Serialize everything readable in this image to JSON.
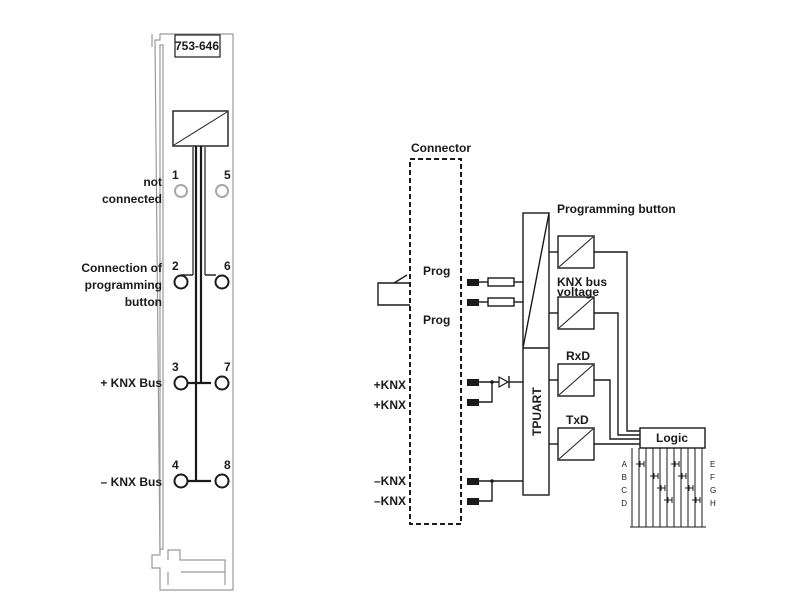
{
  "module": {
    "id": "753-646",
    "terminals": [
      {
        "num": "1",
        "group": "not connected",
        "connected": false
      },
      {
        "num": "5",
        "group": "not connected",
        "connected": false
      },
      {
        "num": "2",
        "group": "programming",
        "connected": true
      },
      {
        "num": "6",
        "group": "programming",
        "connected": true
      },
      {
        "num": "3",
        "group": "+KNX",
        "connected": true
      },
      {
        "num": "7",
        "group": "+KNX",
        "connected": true
      },
      {
        "num": "4",
        "group": "-KNX",
        "connected": true
      },
      {
        "num": "8",
        "group": "-KNX",
        "connected": true
      }
    ],
    "labels": {
      "not_connected_line1": "not",
      "not_connected_line2": "connected",
      "prog_line1": "Connection of",
      "prog_line2": "programming",
      "prog_line3": "button",
      "knx_plus": "+ KNX Bus",
      "knx_minus": "– KNX Bus"
    }
  },
  "schematic": {
    "connector_label": "Connector",
    "prog_1": "Prog",
    "prog_2": "Prog",
    "knx_plus_1": "+KNX",
    "knx_plus_2": "+KNX",
    "knx_minus_1": "–KNX",
    "knx_minus_2": "–KNX",
    "programming_button": "Programming button",
    "knx_bus_voltage_line1": "KNX bus",
    "knx_bus_voltage_line2": "voltage",
    "rxd": "RxD",
    "txd": "TxD",
    "tpuart": "TPUART",
    "logic": "Logic",
    "led_labels_left": [
      "A",
      "B",
      "C",
      "D"
    ],
    "led_labels_right": [
      "E",
      "F",
      "G",
      "H"
    ]
  },
  "colors": {
    "line": "#1a1a1a",
    "module_outline": "#9a9a9a",
    "not_connected_terminal": "#a8a8a8"
  }
}
